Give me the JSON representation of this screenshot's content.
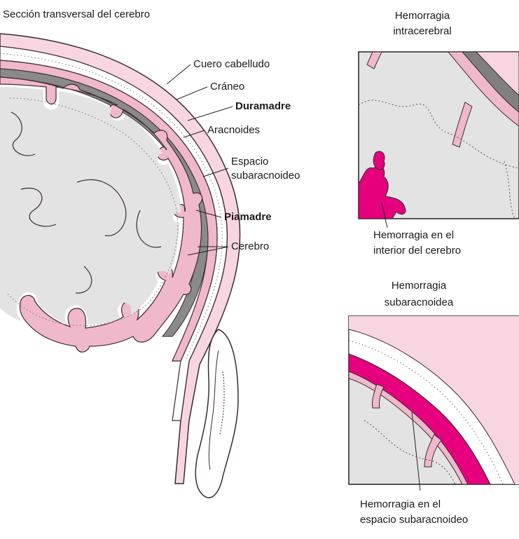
{
  "main": {
    "title": "Sección transversal del cerebro",
    "labels": {
      "scalp": "Cuero cabelludo",
      "skull": "Cráneo",
      "dura": "Duramadre",
      "arachnoid": "Aracnoides",
      "subarachnoid_space_line1": "Espacio",
      "subarachnoid_space_line2": "subaracnoideo",
      "pia": "Piamadre",
      "brain": "Cerebro"
    }
  },
  "intracerebral": {
    "title_line1": "Hemorragia",
    "title_line2": "intracerebral",
    "caption_line1": "Hemorragia en el",
    "caption_line2": "interior del cerebro"
  },
  "subarachnoid": {
    "title_line1": "Hemorragia",
    "title_line2": "subaracnoidea",
    "caption_line1": "Hemorragia en el",
    "caption_line2": "espacio subaracnoideo"
  },
  "colors": {
    "pink": "#f2c6d4",
    "magenta": "#e6007e",
    "outline": "#3a2a30",
    "brain_fill": "#e3e3e3",
    "dura_dark": "#7a7a7a"
  }
}
